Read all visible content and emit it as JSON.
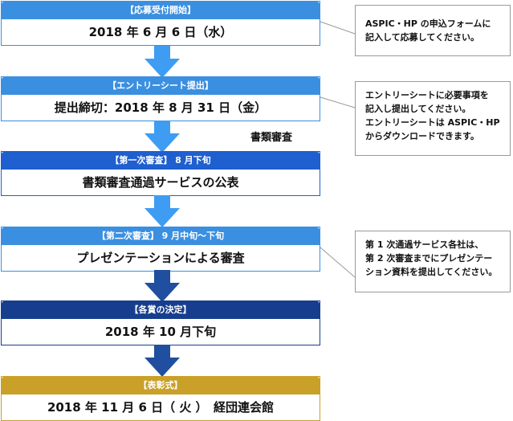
{
  "steps": [
    {
      "header": "【応募受付開始】",
      "body": "2018 年 6 月 6 日（水）"
    },
    {
      "header": "【エントリーシート提出】",
      "body": "提出締切：2018 年 8 月 31 日（金）"
    },
    {
      "header": "【第一次審査】 8 月下旬",
      "body": "書類審査通過サービスの公表"
    },
    {
      "header": "【第二次審査】 9 月中旬〜下旬",
      "body": "プレゼンテーションによる審査"
    },
    {
      "header": "【各賞の決定】",
      "body": "2018 年 10 月下旬"
    },
    {
      "header": "【表彰式】",
      "body": "2018 年 11 月 6 日（ 火 ）　経団連会館"
    }
  ],
  "side_label": "書類審査",
  "notes": [
    {
      "text": "ASPIC・HP の申込フォームに\n記入して応募してください。"
    },
    {
      "text": "エントリーシートに必要事項を\n記入し提出してください。\nエントリーシートは ASPIC・HP\nからダウンロードできます。"
    },
    {
      "text": "第 1 次通過サービス各社は、\n第 2 次審査までにプレゼンテー\nション資料を提出してください。"
    }
  ],
  "colors": {
    "light_blue": "#3b8fe0",
    "mid_blue": "#1f5fcf",
    "dark_blue": "#173e8e",
    "gold": "#c9a028",
    "arrow_light": "#3f9cf3",
    "arrow_dark": "#1f4f9e",
    "note_border": "#9a9a9a"
  }
}
